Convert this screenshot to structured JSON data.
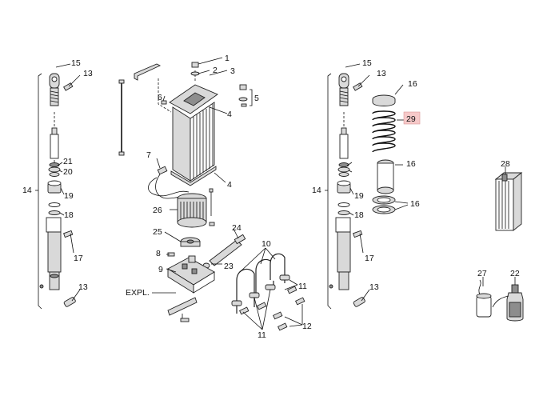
{
  "labels": {
    "l1": "1",
    "l2": "2",
    "l3": "3",
    "l4a": "4",
    "l4b": "4",
    "l5": "5",
    "l6": "6",
    "l7": "7",
    "l8": "8",
    "l9": "9",
    "l10": "10",
    "l11a": "11",
    "l11b": "11",
    "l12": "12",
    "l13a": "13",
    "l13b": "13",
    "l13c": "13",
    "l13d": "13",
    "l14a": "14",
    "l14b": "14",
    "l15a": "15",
    "l15b": "15",
    "l16a": "16",
    "l16b": "16",
    "l16c": "16",
    "l17a": "17",
    "l17b": "17",
    "l18a": "18",
    "l18b": "18",
    "l19a": "19",
    "l19b": "19",
    "l20": "20",
    "l21": "21",
    "l22": "22",
    "l23": "23",
    "l24": "24",
    "l25": "25",
    "l26": "26",
    "l27": "27",
    "l28": "28",
    "l29": "29",
    "expl": "EXPL."
  },
  "highlight": {
    "label": "29",
    "color": "#f6c9c9"
  }
}
